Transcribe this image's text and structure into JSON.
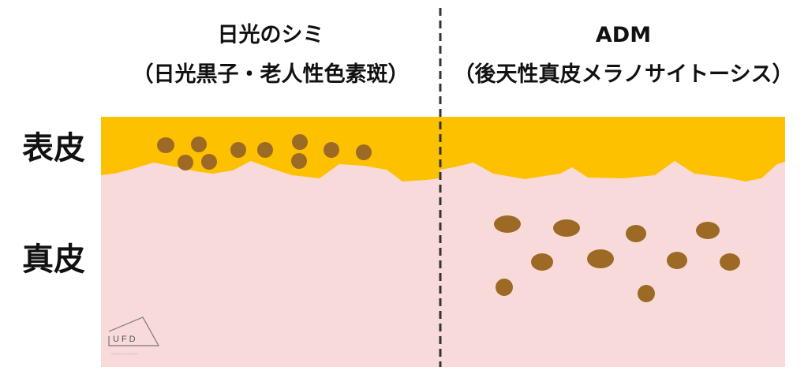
{
  "left_panel": {
    "title_line1": "日光のシミ",
    "title_line2": "（日光黒子・老人性色素斑）"
  },
  "right_panel": {
    "title_line1": "ADM",
    "title_line2": "（後天性真皮メラノサイトーシス）"
  },
  "labels": {
    "epidermis": "表皮",
    "dermis": "真皮"
  },
  "logo": {
    "text": "UFD"
  },
  "colors": {
    "epidermis": "#FDC100",
    "dermis": "#F9DADA",
    "pigment": "#9C6A25",
    "divider": "#333333"
  }
}
